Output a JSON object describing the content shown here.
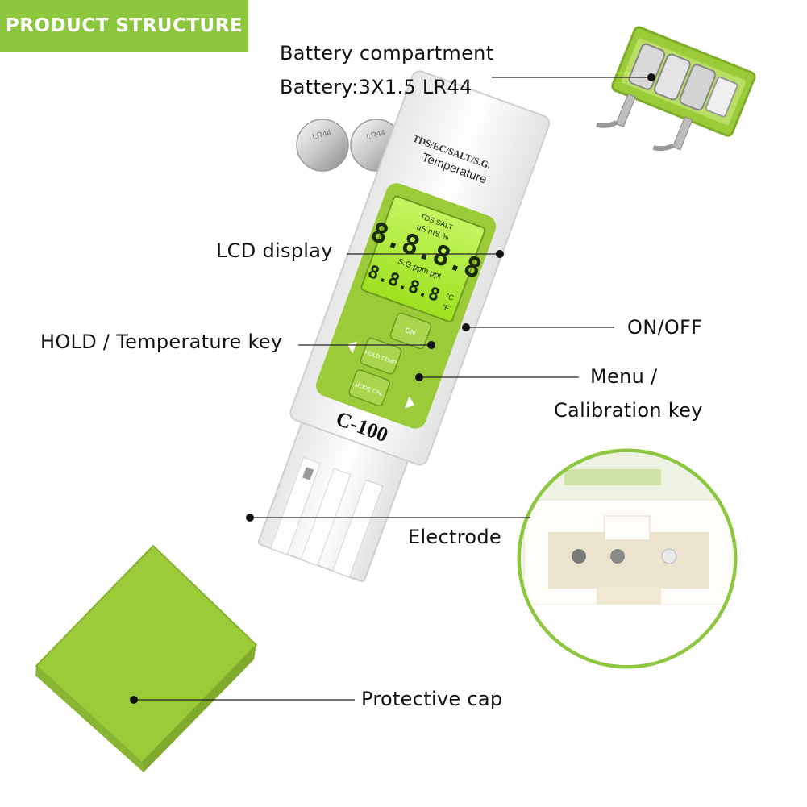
{
  "header": {
    "title": "PRODUCT STRUCTURE"
  },
  "device": {
    "model": "C-100",
    "top_text": "TDS/EC/SALT/S.G.",
    "top_text2": "Temperature",
    "lcd_line1": "TDS SALT",
    "lcd_units": "uS  mS  %",
    "lcd_units2": "S.G.ppm ppt",
    "lcd_digits": "8.8.8.8",
    "lcd_small": "8.8.8.8",
    "lcd_deg_c": "°C",
    "lcd_deg_f": "°F",
    "key_on": "ON",
    "key_hold": "HOLD TEMP",
    "key_mode": "MODE CAL"
  },
  "batteries": {
    "cell_text": "LR44"
  },
  "labels": {
    "battery_compartment": "Battery compartment",
    "battery_spec": "Battery:3X1.5 LR44",
    "lcd_display": "LCD display",
    "hold_key": "HOLD / Temperature key",
    "on_off": "ON/OFF",
    "menu_line1": "Menu /",
    "menu_line2": "Calibration key",
    "electrode": "Electrode",
    "protective_cap": "Protective cap"
  },
  "colors": {
    "accent": "#8dc63f",
    "lcd": "#b6f03a",
    "device": "#f4f4f4"
  }
}
